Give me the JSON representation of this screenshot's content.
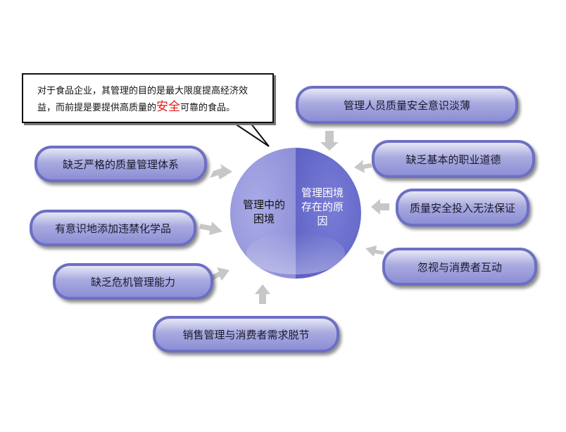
{
  "callout": {
    "line1": "对于食品企业，其管理的目的是最大限度提高经济效",
    "line2_prefix": "益，而前提是要提供高质量的",
    "line2_highlight": "安全",
    "line2_suffix": "可靠的食品。"
  },
  "center": {
    "left_label": "管理中的困境",
    "right_label": "管理困境存在的原因"
  },
  "left_items": [
    "缺乏严格的质量管理体系",
    "有意识地添加违禁化学品",
    "缺乏危机管理能力"
  ],
  "bottom_item": "销售管理与消费者需求脱节",
  "right_items": [
    "管理人员质量安全意识淡薄",
    "缺乏基本的职业道德",
    "质量安全投入无法保证",
    "忽视与消费者互动"
  ],
  "colors": {
    "circle_left": "#9d9ee0",
    "circle_right": "#6b6fcc",
    "pill_border": "#6d6fc4",
    "highlight": "#e41a1a",
    "arrow": "#c7c7c7"
  }
}
